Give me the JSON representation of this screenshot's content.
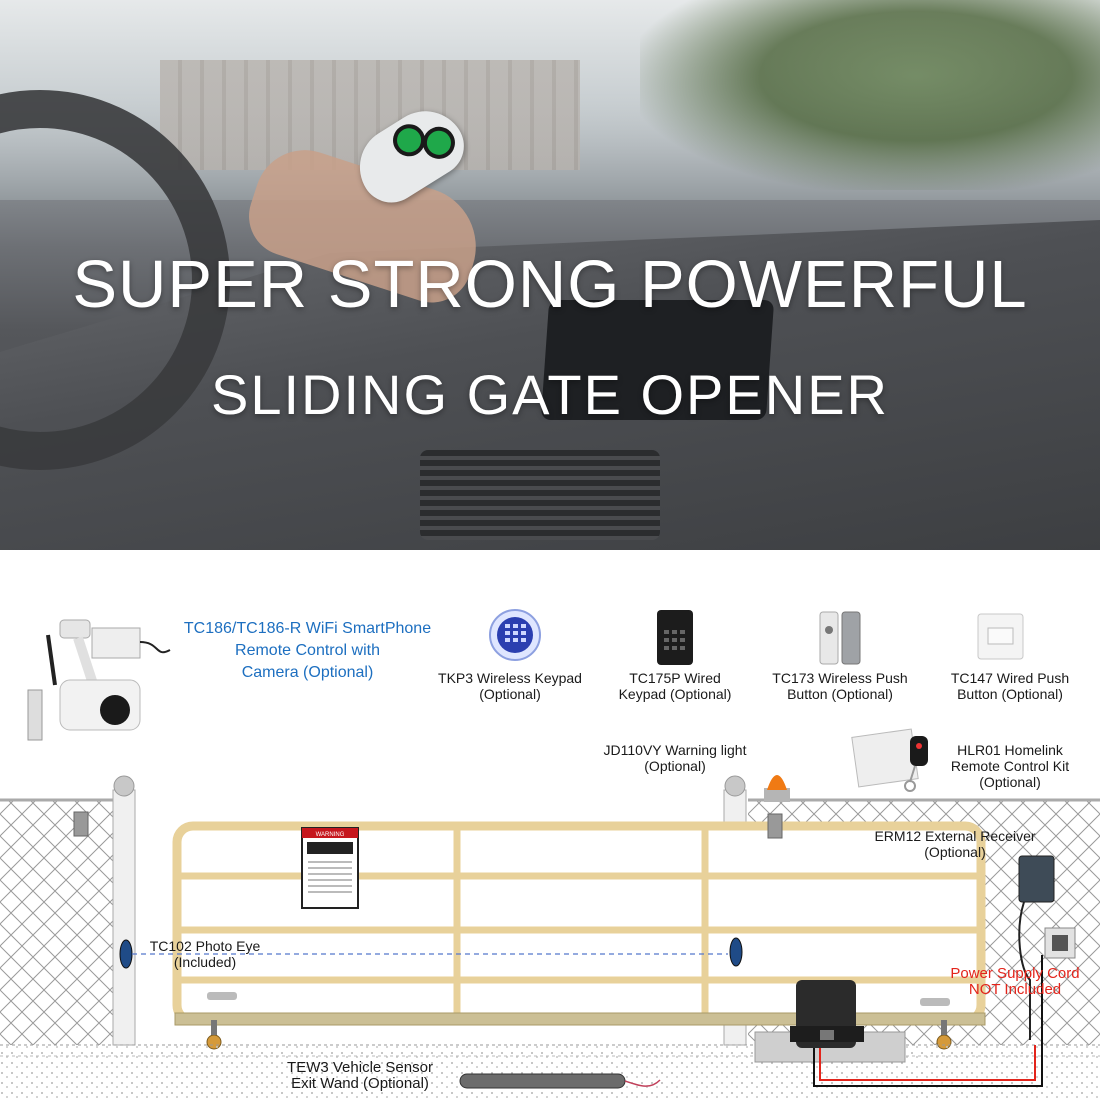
{
  "hero": {
    "title": "SUPER STRONG POWERFUL",
    "subtitle": "SLIDING GATE OPENER"
  },
  "accessories": {
    "wifi_remote": {
      "line1": "TC186/TC186-R WiFi SmartPhone",
      "line2": "Remote Control with",
      "line3": "Camera (Optional)"
    },
    "tkp3": {
      "line1": "TKP3 Wireless Keypad",
      "line2": "(Optional)"
    },
    "tc175p": {
      "line1": "TC175P Wired",
      "line2": "Keypad (Optional)"
    },
    "tc173": {
      "line1": "TC173 Wireless Push",
      "line2": "Button (Optional)"
    },
    "tc147": {
      "line1": "TC147 Wired Push",
      "line2": "Button (Optional)"
    },
    "warning_light": {
      "line1": "JD110VY Warning light",
      "line2": "(Optional)"
    },
    "hlr01": {
      "line1": "HLR01 Homelink",
      "line2": "Remote Control Kit",
      "line3": "(Optional)"
    },
    "erm12": {
      "line1": "ERM12 External Receiver",
      "line2": "(Optional)"
    },
    "photo_eye": {
      "line1": "TC102  Photo Eye",
      "line2": "(Included)"
    },
    "power_cord": {
      "line1": "Power Supply Cord",
      "line2": "NOT Included"
    },
    "tew3": {
      "line1": "TEW3 Vehicle Sensor",
      "line2": "Exit Wand (Optional)"
    }
  },
  "sign": {
    "header": "WARNING"
  },
  "colors": {
    "accent_blue": "#1d6fc0",
    "warning_red": "#e3241b",
    "gate_frame": "#e8d19a"
  }
}
